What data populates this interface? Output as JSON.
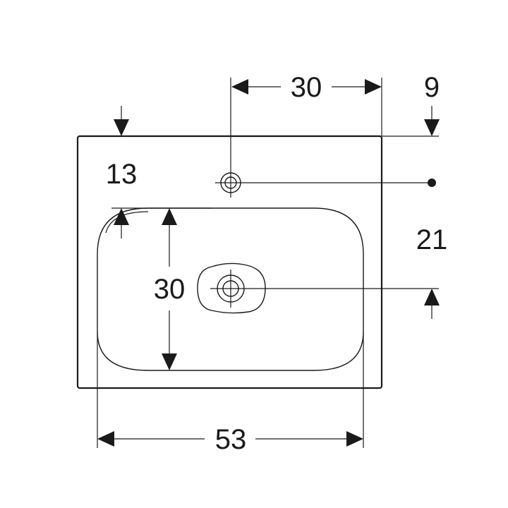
{
  "dimensions": {
    "top_hole_offset": "30",
    "right_edge_offset": "9",
    "hole_depth": "13",
    "basin_inner_depth": "30",
    "drain_depth": "21",
    "basin_inner_width": "53"
  }
}
